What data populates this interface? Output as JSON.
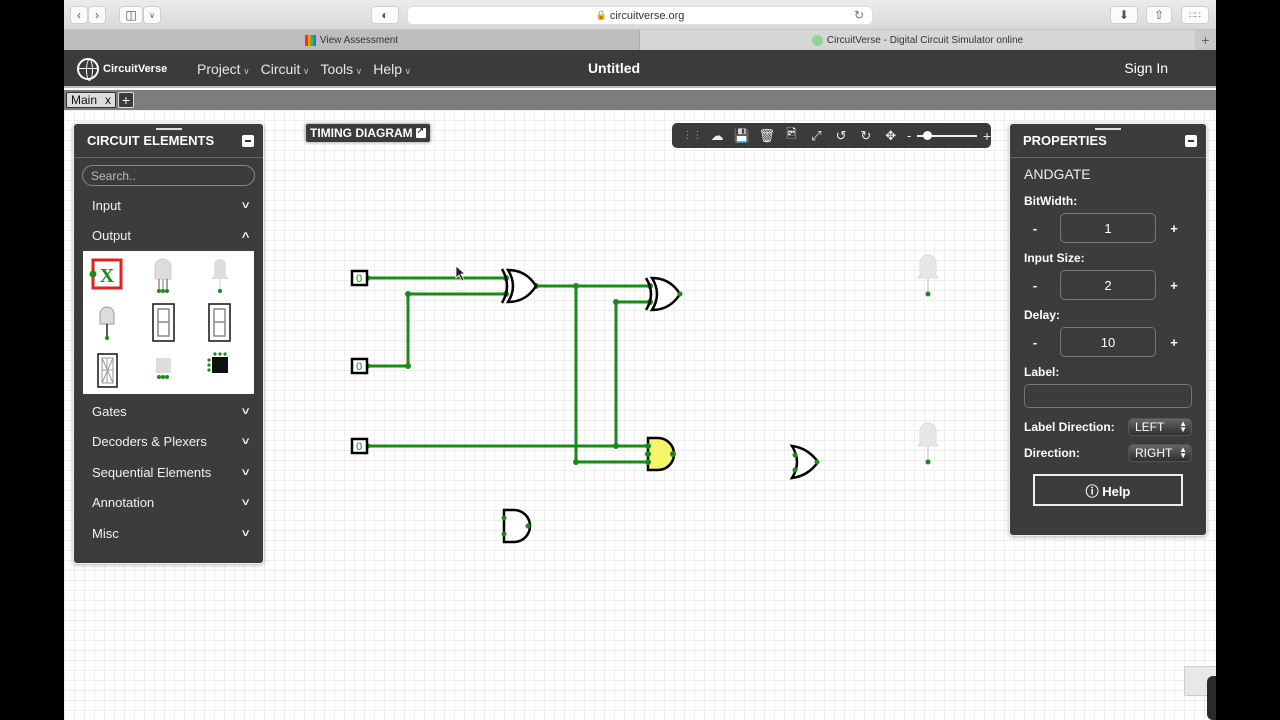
{
  "browser": {
    "url": "circuitverse.org",
    "tabs": [
      {
        "label": "View Assessment",
        "active": false
      },
      {
        "label": "CircuitVerse - Digital Circuit Simulator online",
        "active": true
      }
    ],
    "new_tab": "+"
  },
  "navbar": {
    "logo": "CircuitVerse",
    "menus": [
      "Project",
      "Circuit",
      "Tools",
      "Help"
    ],
    "project_title": "Untitled",
    "sign_in": "Sign In"
  },
  "circuit_tabs": {
    "tabs": [
      {
        "label": "Main",
        "close": "x"
      }
    ],
    "add": "+"
  },
  "circuit_elements": {
    "title": "CIRCUIT ELEMENTS",
    "search_placeholder": "Search..",
    "categories": [
      {
        "label": "Input",
        "expanded": false
      },
      {
        "label": "Output",
        "expanded": true
      },
      {
        "label": "Gates",
        "expanded": false
      },
      {
        "label": "Decoders & Plexers",
        "expanded": false
      },
      {
        "label": "Sequential Elements",
        "expanded": false
      },
      {
        "label": "Annotation",
        "expanded": false
      },
      {
        "label": "Misc",
        "expanded": false
      }
    ],
    "output_items": [
      "output-x-icon",
      "rgb-led-icon",
      "led-icon",
      "digital-led-icon",
      "seven-segment-icon",
      "hex-display-icon",
      "sixteen-segment-icon",
      "square-rgb-led-icon",
      "rgb-led-matrix-icon"
    ]
  },
  "timing_diagram": {
    "label": "TIMING DIAGRAM"
  },
  "toolbar": {
    "icons": [
      "drag-handle-icon",
      "cloud-upload-icon",
      "save-icon",
      "delete-icon",
      "image-icon",
      "fit-icon",
      "undo-icon",
      "redo-icon",
      "fullscreen-icon"
    ],
    "zoom_minus": "-",
    "zoom_plus": "+"
  },
  "properties": {
    "title": "PROPERTIES",
    "element": "ANDGATE",
    "bitwidth_label": "BitWidth:",
    "bitwidth": "1",
    "input_size_label": "Input Size:",
    "input_size": "2",
    "delay_label": "Delay:",
    "delay": "10",
    "label_label": "Label:",
    "label_value": "",
    "label_direction_label": "Label Direction:",
    "label_direction": "LEFT",
    "direction_label": "Direction:",
    "direction": "RIGHT",
    "minus": "-",
    "plus": "+",
    "help": "ⓘ Help"
  },
  "circuit": {
    "inputs": [
      {
        "value": "0"
      },
      {
        "value": "0"
      },
      {
        "value": "0"
      }
    ],
    "wire_color": "#1a8a1a",
    "and_gate_highlight": "#f5f56b"
  }
}
